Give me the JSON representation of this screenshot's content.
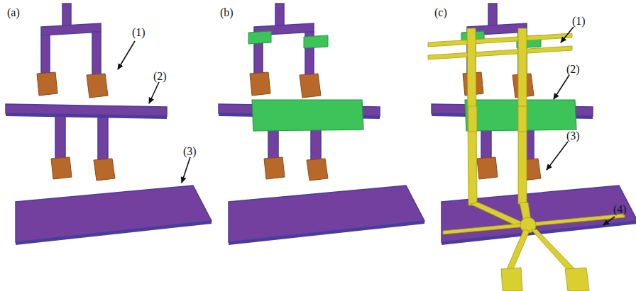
{
  "diagram": {
    "labels": [
      "(a)",
      "(1)",
      "(2)",
      "(3)",
      "(b)",
      "(c)",
      "(1)",
      "(2)",
      "(3)",
      "(4)"
    ]
  }
}
